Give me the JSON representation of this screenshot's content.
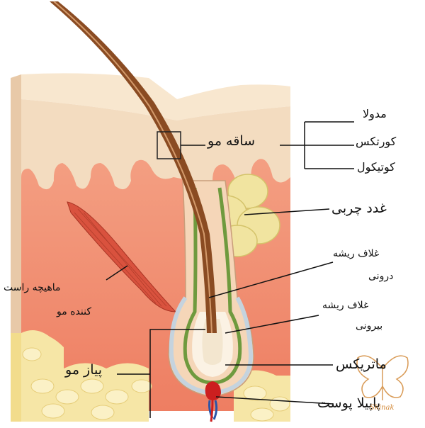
{
  "labels": {
    "shaft": "ساقه مو",
    "medulla": "مدولا",
    "cortex": "کورتکس",
    "cuticle": "کوتیکول",
    "sebaceous_gland": "غدد چربی",
    "arrector_muscle_line1": "ماهیچه راست",
    "arrector_muscle_line2": "کننده مو",
    "inner_root_sheath_line1": "غلاف ریشه",
    "inner_root_sheath_line2": "درونی",
    "outer_root_sheath_line1": "غلاف ریشه",
    "outer_root_sheath_line2": "بیرونی",
    "hair_bulb": "پیاز مو",
    "matrix": "ماتریکس",
    "papilla": "پاپیلا پوست"
  },
  "watermark": "Skinak",
  "colors": {
    "epidermis": "#f3dcc0",
    "dermis": "#f08c70",
    "fat": "#f6e6a6",
    "muscle": "#d9523e",
    "gland": "#f1e4a0",
    "hair": "#8a4b22",
    "outer_sheath": "#dbe6ee",
    "inner_sheath": "#6f9a3e",
    "papilla_red": "#cc1f1f",
    "papilla_blue": "#2a55a8"
  }
}
